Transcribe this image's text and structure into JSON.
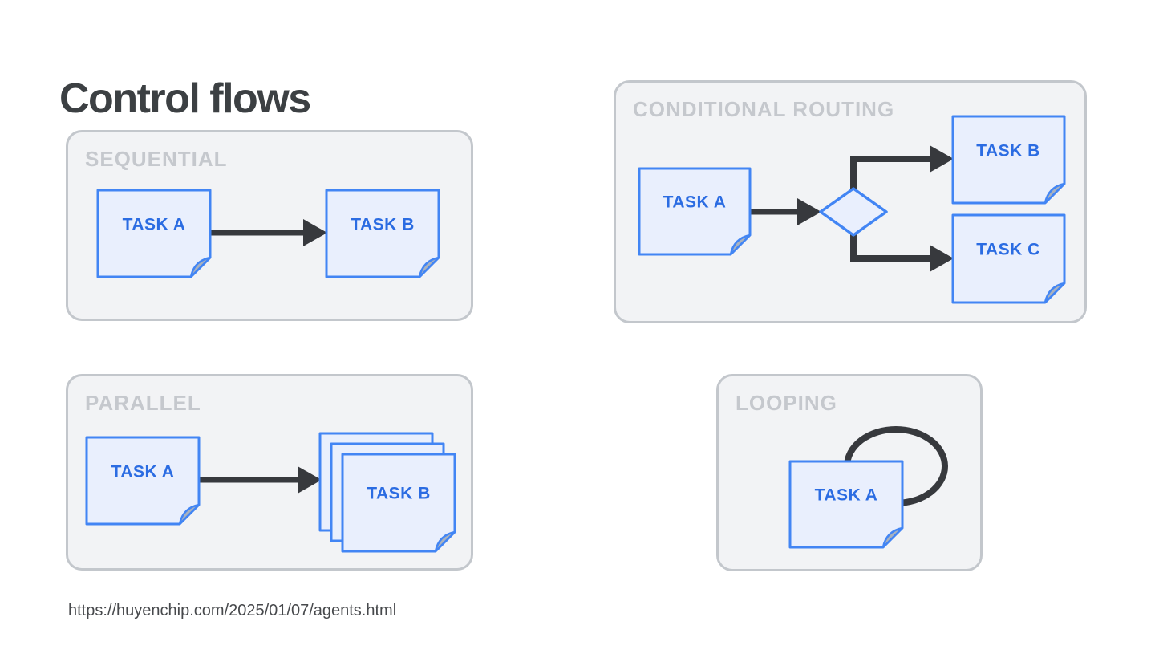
{
  "title": "Control flows",
  "source_url": "https://huyenchip.com/2025/01/07/agents.html",
  "colors": {
    "accent_blue": "#4285f4",
    "task_text_blue": "#2b6ce2",
    "task_fill": "#e9effd",
    "fold_fill": "#a9b2bf",
    "arrow_dark": "#37393d",
    "panel_bg": "#f2f3f5",
    "panel_border": "#c3c7cc",
    "panel_label_gray": "#c5c8cd",
    "title_color": "#3c4043"
  },
  "panels": {
    "sequential": {
      "label": "SEQUENTIAL",
      "tasks": {
        "a": "TASK A",
        "b": "TASK B"
      },
      "flow": "TASK A → TASK B"
    },
    "conditional_routing": {
      "label": "CONDITIONAL ROUTING",
      "tasks": {
        "a": "TASK A",
        "b": "TASK B",
        "c": "TASK C"
      },
      "flow": "TASK A → decision diamond → TASK B or TASK C"
    },
    "parallel": {
      "label": "PARALLEL",
      "tasks": {
        "a": "TASK A",
        "b": "TASK B"
      },
      "flow": "TASK A → TASK B (stack of parallel instances)"
    },
    "looping": {
      "label": "LOOPING",
      "tasks": {
        "a": "TASK A"
      },
      "flow": "TASK A → TASK A (self-loop)"
    }
  }
}
